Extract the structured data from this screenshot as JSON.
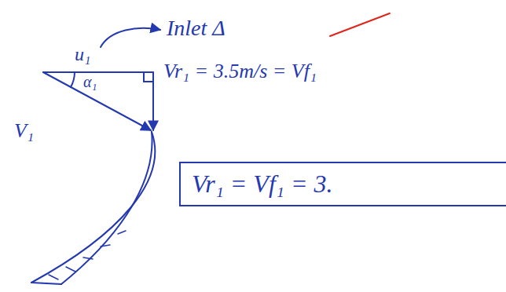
{
  "diagram": {
    "nodes": [
      {
        "text": [
          "Vr₁ = Vf₁ = 3."
        ]
      }
    ],
    "labels": [
      "u₁",
      "Inlet Δ",
      "α₁",
      "Vr₁ = 3.5m/s = Vf₁",
      "V₁"
    ]
  }
}
